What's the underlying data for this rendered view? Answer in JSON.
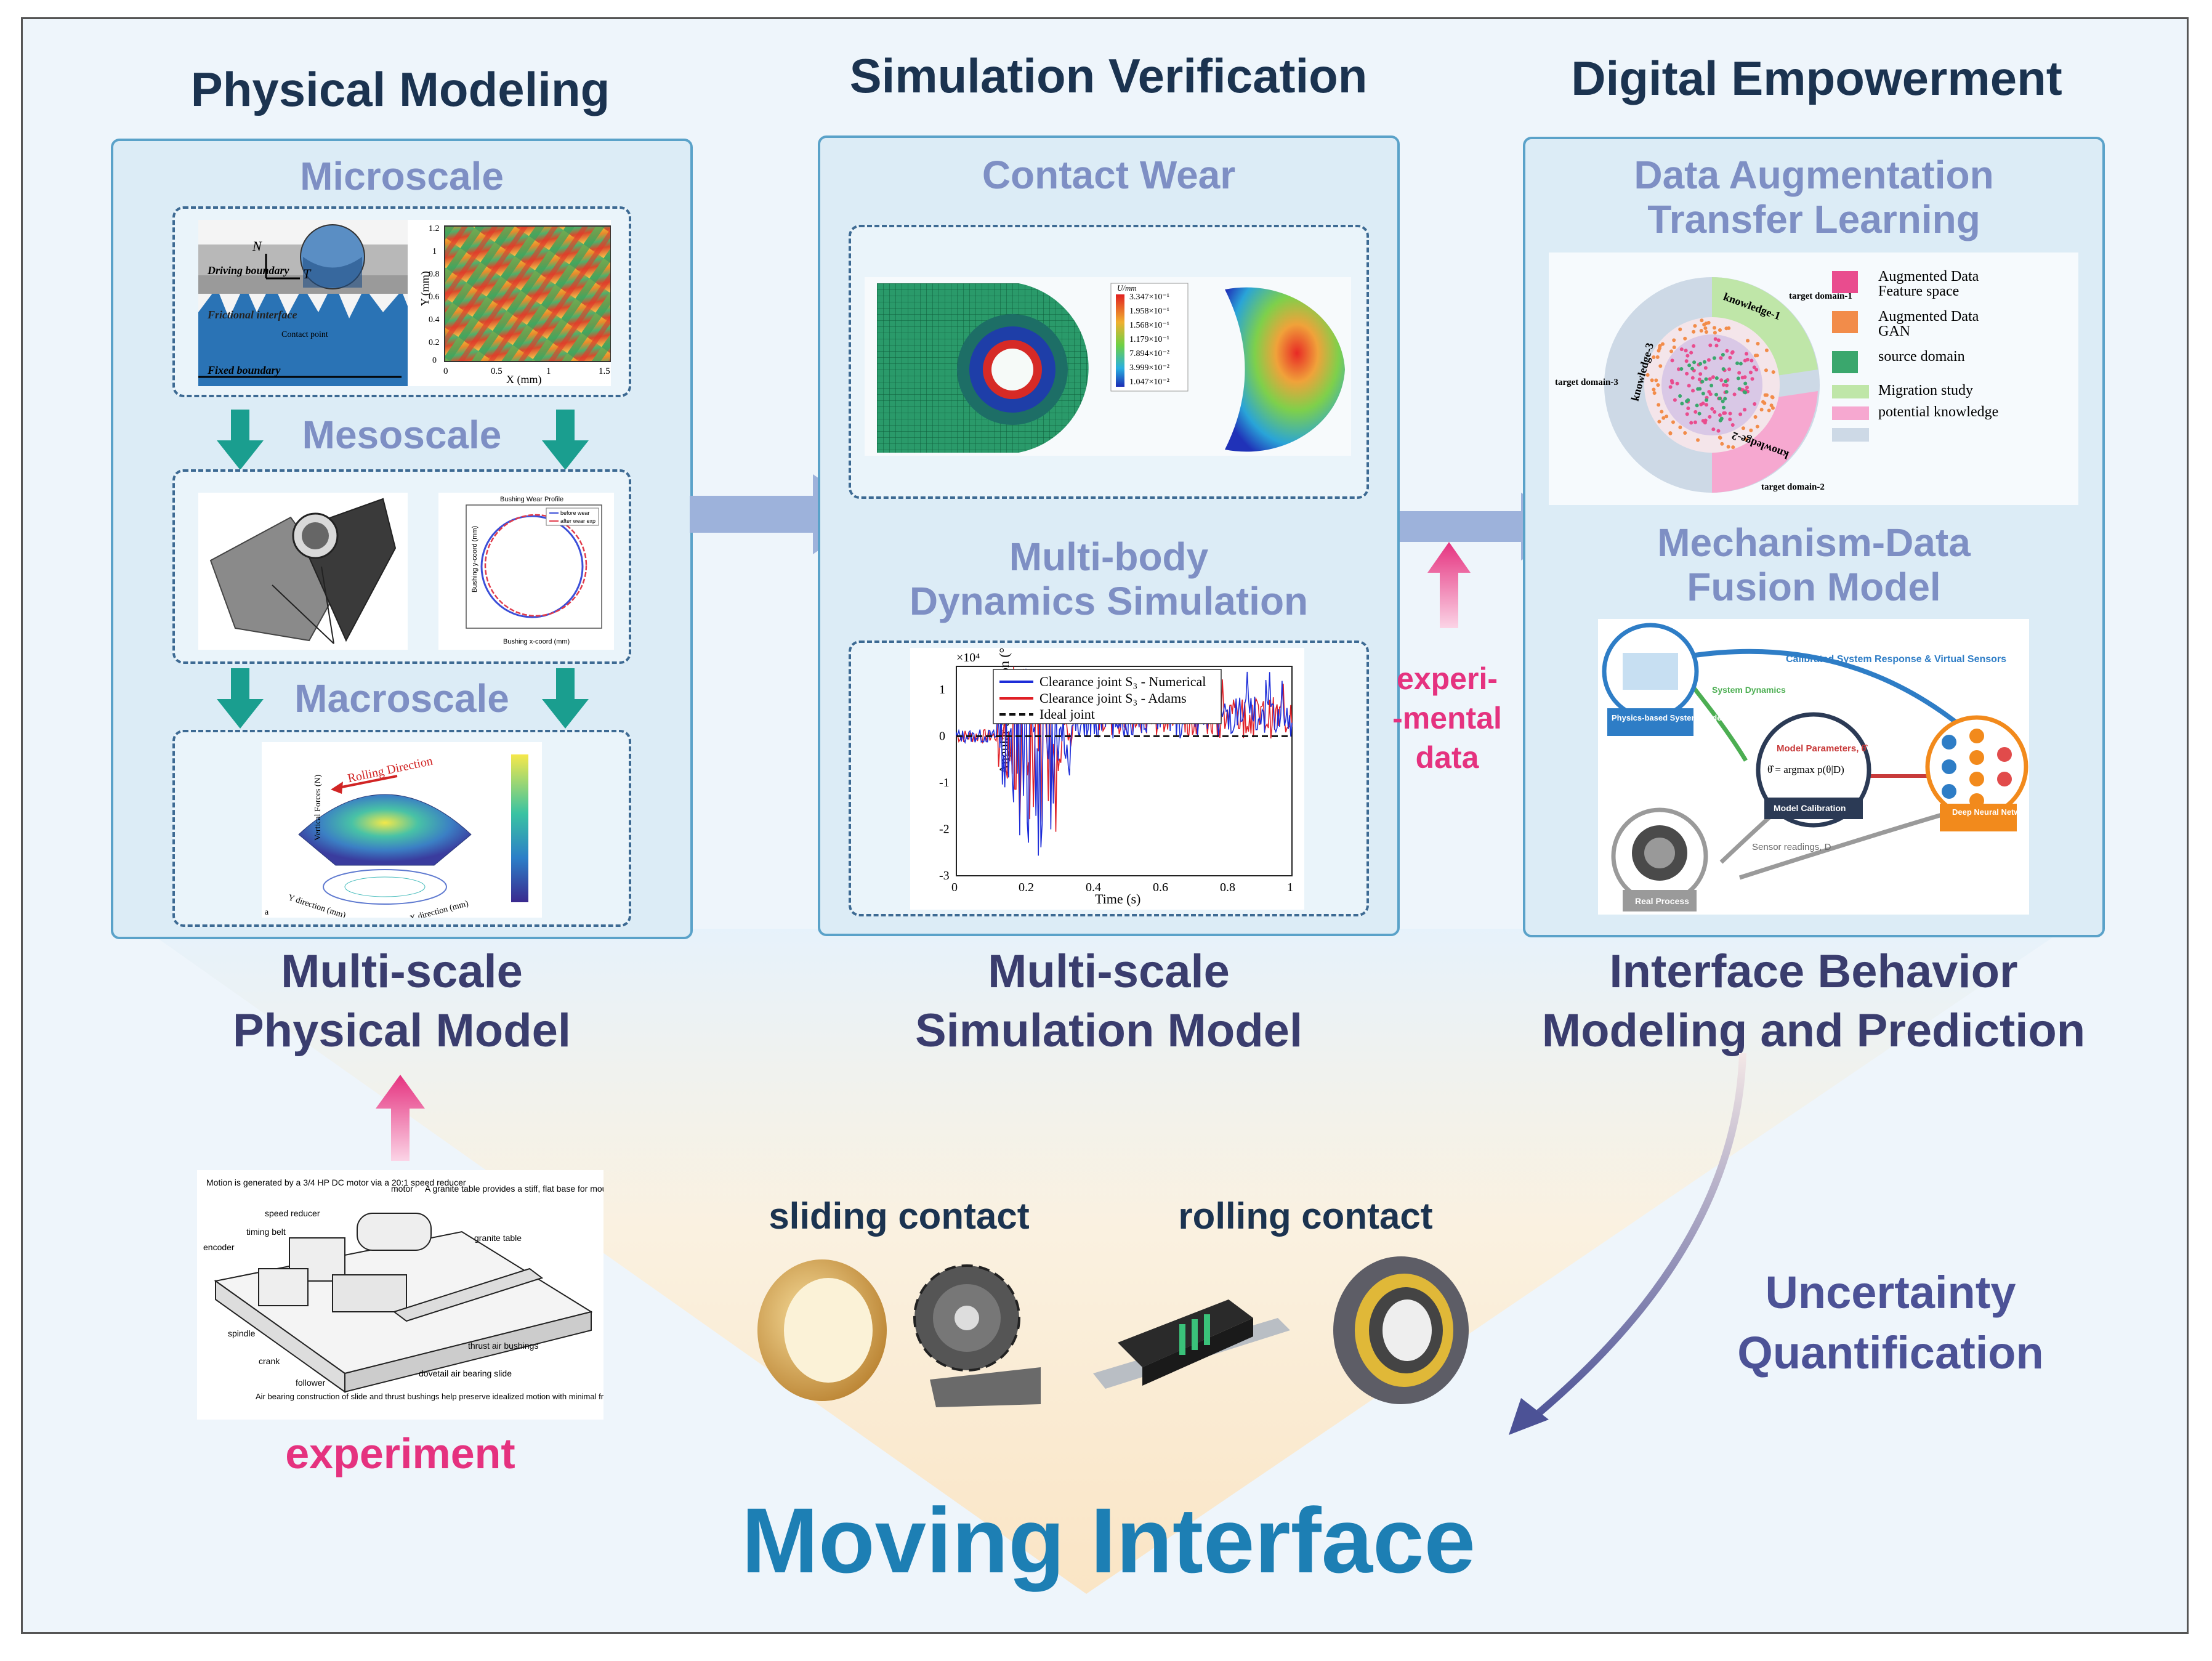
{
  "columns": {
    "physical": {
      "title": "Physical Modeling",
      "bottom_line1": "Multi-scale",
      "bottom_line2": "Physical Model"
    },
    "simulation": {
      "title": "Simulation Verification",
      "bottom_line1": "Multi-scale",
      "bottom_line2": "Simulation Model"
    },
    "digital": {
      "title": "Digital Empowerment",
      "bottom_line1": "Interface Behavior",
      "bottom_line2": "Modeling and Prediction"
    }
  },
  "physical_panel": {
    "microscale": "Microscale",
    "mesoscale": "Mesoscale",
    "macroscale": "Macroscale",
    "micro_labels": {
      "n": "N",
      "t": "T",
      "driving": "Driving boundary",
      "frictional": "Frictional interface",
      "contact": "Contact point",
      "fixed": "Fixed boundary",
      "xlabel": "X (mm)",
      "ylabel": "Y (mm)",
      "xticks": [
        "0",
        "0.5",
        "1",
        "1.5"
      ],
      "yticks": [
        "1.2",
        "1",
        "0.8",
        "0.6",
        "0.4",
        "0.2",
        "0"
      ]
    },
    "meso_labels": {
      "plot_title": "Bushing Wear Profile",
      "legend1": "before wear",
      "legend2": "after wear exp",
      "xlabel": "Bushing x-coord (mm)",
      "ylabel": "Bushing y-coord (mm)"
    },
    "macro_labels": {
      "rolling": "Rolling Direction",
      "zlabel": "Vertical Forces (N)",
      "xlabel": "X direction (mm)",
      "ylabel": "Y direction (mm)",
      "corner": "a"
    }
  },
  "simulation_panel": {
    "contact_wear": "Contact Wear",
    "multibody_line1": "Multi-body",
    "multibody_line2": "Dynamics Simulation",
    "fea_legend": {
      "title": "U/mm",
      "values": [
        "3.347×10⁻¹",
        "1.958×10⁻¹",
        "1.568×10⁻¹",
        "1.179×10⁻¹",
        "7.894×10⁻²",
        "3.999×10⁻²",
        "1.047×10⁻²"
      ]
    },
    "plot": {
      "exponent": "×10⁴",
      "ylabel": "Angular acceleration (°/s²)",
      "xlabel": "Time (s)",
      "xticks": [
        "0",
        "0.2",
        "0.4",
        "0.6",
        "0.8",
        "1"
      ],
      "yticks": [
        "1",
        "0",
        "-1",
        "-2",
        "-3"
      ],
      "legend": [
        "Clearance joint S₃ - Numerical",
        "Clearance joint S₃ - Adams",
        "Ideal joint"
      ]
    }
  },
  "digital_panel": {
    "aug_line1": "Data Augmentation",
    "aug_line2": "Transfer Learning",
    "ring_labels": {
      "target1": "target domain-1",
      "target2": "target domain-2",
      "target3": "target domain-3",
      "k1": "knowledge-1",
      "k2": "knowledge-2",
      "k3": "knowledge-3"
    },
    "legend": [
      {
        "label1": "Augmented Data",
        "label2": "Feature space",
        "color": "#e94c8e"
      },
      {
        "label1": "Augmented Data",
        "label2": "GAN",
        "color": "#f28c4a"
      },
      {
        "label1": "source domain",
        "label2": "",
        "color": "#3aa76d"
      },
      {
        "label1": "Migration study",
        "label2": "",
        "color": "#bfe6a8"
      },
      {
        "label1": "potential knowledge",
        "label2": "",
        "color": "#f6a8d0"
      },
      {
        "label1": "",
        "label2": "",
        "color": "#cdd9e6"
      }
    ],
    "fusion_line1": "Mechanism-Data",
    "fusion_line2": "Fusion Model",
    "fusion_labels": {
      "physics": "Physics-based System Model",
      "calibrated": "Calibrated System Response & Virtual Sensors",
      "dynamics": "System Dynamics",
      "model_params": "Model Parameters, θ̂",
      "equation": "θ̂ = argmax p(θ|D)",
      "calibration": "Model Calibration",
      "sensor": "Sensor readings, D",
      "real": "Real Process",
      "dnn": "Deep Neural Network"
    }
  },
  "experimental_data": {
    "line1": "experi-",
    "line2": "-mental",
    "line3": "data"
  },
  "experiment": {
    "label": "experiment",
    "notes": {
      "motion": "Motion is generated by a 3/4 HP DC motor via a 20:1 speed reducer",
      "granite": "A granite table provides a stiff, flat base for mounting components",
      "air": "Air bearing construction of slide and thrust bushings help preserve idealized motion with minimal friction"
    },
    "parts": [
      "motor",
      "speed reducer",
      "timing belt",
      "encoder",
      "granite table",
      "spindle",
      "thrust air bushings",
      "crank",
      "follower",
      "dovetail air bearing slide"
    ]
  },
  "contacts": {
    "sliding": "sliding contact",
    "rolling": "rolling contact"
  },
  "uncertainty": {
    "line1": "Uncertainty",
    "line2": "Quantification"
  },
  "main_title": "Moving Interface",
  "colors": {
    "accent": "#1d7fb4",
    "pink": "#e5327f",
    "teal": "#1a9e8f",
    "navy": "#1b3350"
  }
}
